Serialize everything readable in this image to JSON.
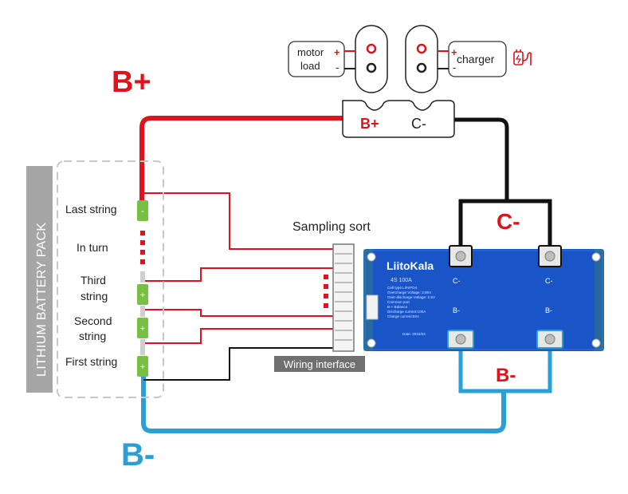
{
  "labels": {
    "b_plus_big": "B+",
    "b_minus_big": "B-",
    "c_minus_big": "C-",
    "b_minus_board": "B-",
    "connector_b_plus": "B+",
    "connector_c_minus": "C-",
    "motor_line1": "motor",
    "motor_line2": "load",
    "charger": "charger",
    "plus_sign": "+",
    "minus_sign": "-",
    "pack_title": "LITHIUM BATTERY PACK",
    "last_string": "Last string",
    "in_turn": "In turn",
    "third_line1": "Third",
    "third_line2": "string",
    "second_line1": "Second",
    "second_line2": "string",
    "first_string": "First string",
    "sampling_sort": "Sampling sort",
    "wiring_interface": "Wiring interface",
    "brand": "LiitoKala",
    "board_model": "4S 100A",
    "board_cminus_1": "C-",
    "board_cminus_2": "C-",
    "board_bminus_1": "B-",
    "board_bminus_2": "B-",
    "board_spec_lines": [
      "Cell type:LiFePO4",
      "Overcharge Voltage: 3.65V",
      "Over-discharge Voltage: 2.5V",
      "Common port",
      "B-+ Balance",
      "Discharge current:100A",
      "Charge current:50A"
    ],
    "board_date": "Date: 2023/04"
  },
  "colors": {
    "red": "#e0121b",
    "blue": "#2a9fd6",
    "black": "#111111",
    "board": "#1a55c8",
    "cell_green": "#78c043",
    "pack_label_bg": "#a6a6a6"
  }
}
